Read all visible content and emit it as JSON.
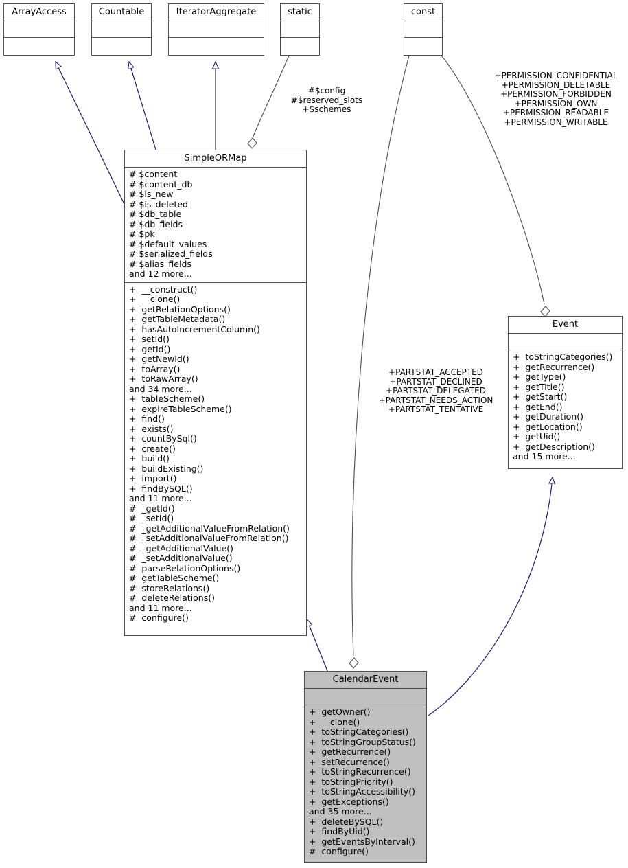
{
  "diagram": {
    "type": "uml-class-diagram",
    "colors": {
      "inheritance_edge": "#191970",
      "aggregation_edge": "#4d4d4d",
      "box_border": "#4d4d4d",
      "highlight_fill": "#c0c0c0",
      "background": "#ffffff",
      "text": "#000000"
    }
  },
  "classes": {
    "array_access": {
      "name": "ArrayAccess",
      "attributes": [],
      "operations": []
    },
    "countable": {
      "name": "Countable",
      "attributes": [],
      "operations": []
    },
    "iterator_aggregate": {
      "name": "IteratorAggregate",
      "attributes": [],
      "operations": []
    },
    "static_box": {
      "name": "static",
      "attributes": [],
      "operations": []
    },
    "const_box": {
      "name": "const",
      "attributes": [],
      "operations": []
    },
    "simple_ormap": {
      "name": "SimpleORMap",
      "attributes": [
        "# $content",
        "# $content_db",
        "# $is_new",
        "# $is_deleted",
        "# $db_table",
        "# $db_fields",
        "# $pk",
        "# $default_values",
        "# $serialized_fields",
        "# $alias_fields",
        "and 12 more..."
      ],
      "operations": [
        "+  __construct()",
        "+  __clone()",
        "+  getRelationOptions()",
        "+  getTableMetadata()",
        "+  hasAutoIncrementColumn()",
        "+  setId()",
        "+  getId()",
        "+  getNewId()",
        "+  toArray()",
        "+  toRawArray()",
        "and 34 more...",
        "+  tableScheme()",
        "+  expireTableScheme()",
        "+  find()",
        "+  exists()",
        "+  countBySql()",
        "+  create()",
        "+  build()",
        "+  buildExisting()",
        "+  import()",
        "+  findBySQL()",
        "and 11 more...",
        "#  _getId()",
        "#  _setId()",
        "#  _getAdditionalValueFromRelation()",
        "#  _setAdditionalValueFromRelation()",
        "#  _getAdditionalValue()",
        "#  _setAdditionalValue()",
        "#  parseRelationOptions()",
        "#  getTableScheme()",
        "#  storeRelations()",
        "#  deleteRelations()",
        "and 11 more...",
        "#  configure()"
      ]
    },
    "event": {
      "name": "Event",
      "attributes": [],
      "operations": [
        "+  toStringCategories()",
        "+  getRecurrence()",
        "+  getType()",
        "+  getTitle()",
        "+  getStart()",
        "+  getEnd()",
        "+  getDuration()",
        "+  getLocation()",
        "+  getUid()",
        "+  getDescription()",
        "and 15 more..."
      ]
    },
    "calendar_event": {
      "name": "CalendarEvent",
      "attributes": [],
      "operations": [
        "+  getOwner()",
        "+  __clone()",
        "+  toStringCategories()",
        "+  toStringGroupStatus()",
        "+  getRecurrence()",
        "+  setRecurrence()",
        "+  toStringRecurrence()",
        "+  toStringPriority()",
        "+  toStringAccessibility()",
        "+  getExceptions()",
        "and 35 more...",
        "+  deleteBySQL()",
        "+  findByUid()",
        "+  getEventsByInterval()",
        "#  configure()"
      ]
    }
  },
  "edge_labels": {
    "static_to_simpleormap": "#$config\n#$reserved_slots\n+$schemes",
    "const_to_event": "+PERMISSION_CONFIDENTIAL\n+PERMISSION_DELETABLE\n+PERMISSION_FORBIDDEN\n+PERMISSION_OWN\n+PERMISSION_READABLE\n+PERMISSION_WRITABLE",
    "const_to_calendarevent": "+PARTSTAT_ACCEPTED\n+PARTSTAT_DECLINED\n+PARTSTAT_DELEGATED\n+PARTSTAT_NEEDS_ACTION\n+PARTSTAT_TENTATIVE"
  }
}
